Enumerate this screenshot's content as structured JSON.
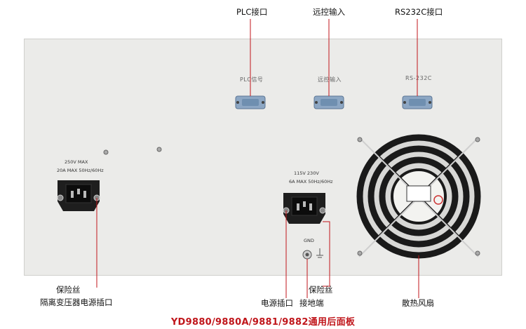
{
  "callouts": {
    "plc": "PLC接口",
    "remote": "远控输入",
    "rs232": "RS232C接口",
    "fuse_left": "保险丝",
    "isolation_power": "隔离变压器电源插口",
    "power_socket": "电源插口",
    "ground": "接地端",
    "fuse_right": "保险丝",
    "fan": "散热风扇"
  },
  "panel_labels": {
    "plc": "PLC信号",
    "remote": "远控输入",
    "rs232": "RS-232C"
  },
  "left_socket_specs": {
    "line1": "250V    MAX",
    "line2": "20A MAX  50Hz/60Hz"
  },
  "right_socket_specs": {
    "line1": "115V    230V",
    "line2": "6A MAX  50Hz/60Hz"
  },
  "gnd_label": "GND",
  "caption": "YD9880/9880A/9881/9882通用后面板",
  "colors": {
    "caption": "#c0161b",
    "panel": "#ebebe9",
    "connector": "#6f8fb0"
  }
}
